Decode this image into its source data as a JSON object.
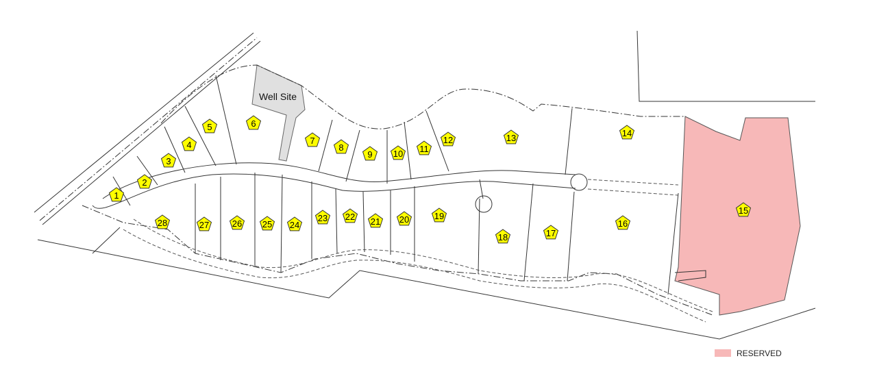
{
  "map": {
    "well_site": {
      "label": "Well Site",
      "fill": "#e0e0e0"
    },
    "reserved": {
      "fill": "#f7b8b8",
      "legend_label": "RESERVED"
    },
    "lot_marker_fill": "#ffff00",
    "lots": [
      {
        "id": "1",
        "label": "1"
      },
      {
        "id": "2",
        "label": "2"
      },
      {
        "id": "3",
        "label": "3"
      },
      {
        "id": "4",
        "label": "4"
      },
      {
        "id": "5",
        "label": "5"
      },
      {
        "id": "6",
        "label": "6"
      },
      {
        "id": "7",
        "label": "7"
      },
      {
        "id": "8",
        "label": "8"
      },
      {
        "id": "9",
        "label": "9"
      },
      {
        "id": "10",
        "label": "10"
      },
      {
        "id": "11",
        "label": "11"
      },
      {
        "id": "12",
        "label": "12"
      },
      {
        "id": "13",
        "label": "13"
      },
      {
        "id": "14",
        "label": "14"
      },
      {
        "id": "15",
        "label": "15"
      },
      {
        "id": "16",
        "label": "16"
      },
      {
        "id": "17",
        "label": "17"
      },
      {
        "id": "18",
        "label": "18"
      },
      {
        "id": "19",
        "label": "19"
      },
      {
        "id": "20",
        "label": "20"
      },
      {
        "id": "21",
        "label": "21"
      },
      {
        "id": "22",
        "label": "22"
      },
      {
        "id": "23",
        "label": "23"
      },
      {
        "id": "24",
        "label": "24"
      },
      {
        "id": "25",
        "label": "25"
      },
      {
        "id": "26",
        "label": "26"
      },
      {
        "id": "27",
        "label": "27"
      },
      {
        "id": "28",
        "label": "28"
      }
    ]
  }
}
